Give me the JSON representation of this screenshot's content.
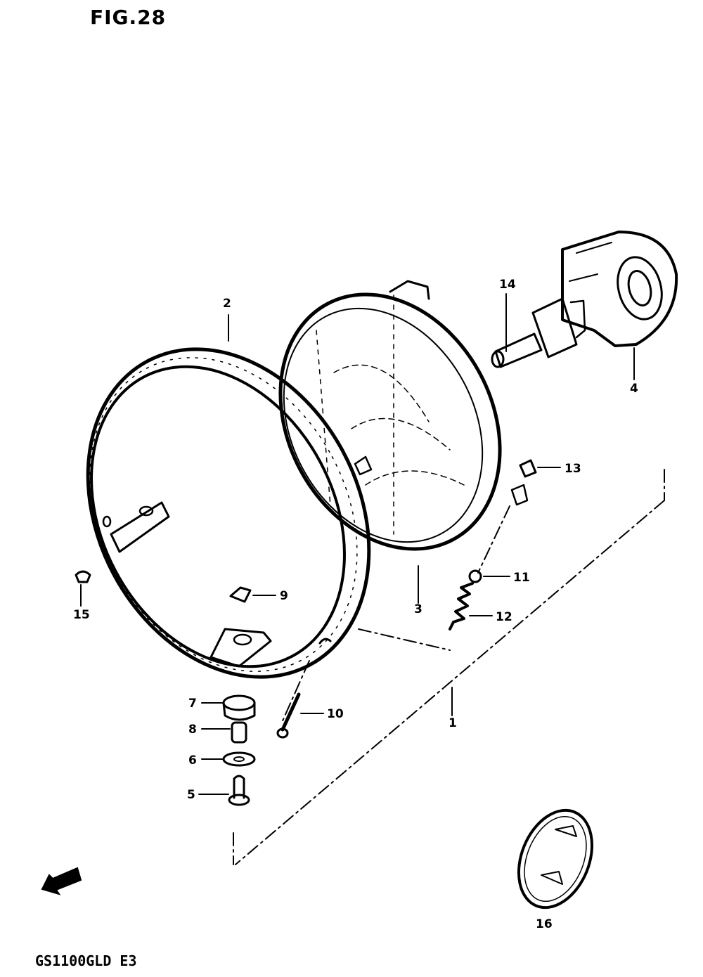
{
  "figure_label": "FIG.28",
  "model_code": "GS1100GLD E3",
  "callouts": [
    "1",
    "2",
    "3",
    "4",
    "5",
    "6",
    "7",
    "8",
    "9",
    "10",
    "11",
    "12",
    "13",
    "14",
    "15",
    "16"
  ],
  "fwd_icon": "fwd-arrow-icon"
}
